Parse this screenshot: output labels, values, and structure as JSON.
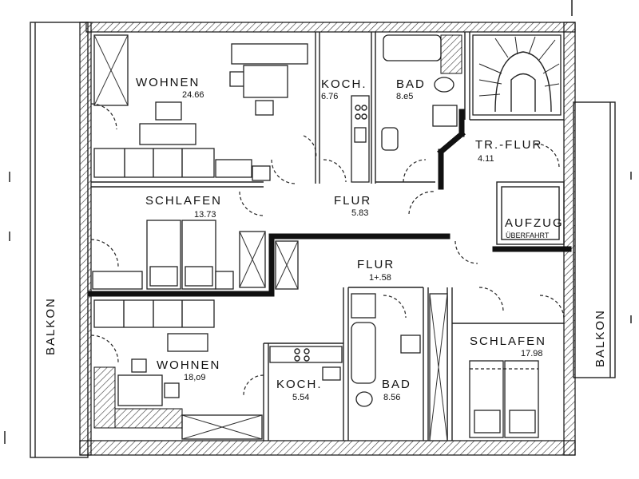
{
  "rooms": {
    "wohnen_top": {
      "label": "WOHNEN",
      "area": "24.66"
    },
    "koch_top": {
      "label": "KOCH.",
      "area": "6.76"
    },
    "bad_top": {
      "label": "BAD",
      "area": "8.e5"
    },
    "tr_flur": {
      "label": "TR.-FLUR",
      "area": "4.11"
    },
    "schlafen_left": {
      "label": "SCHLAFEN",
      "area": "13.73"
    },
    "flur_top": {
      "label": "FLUR",
      "area": "5.83"
    },
    "aufzug": {
      "label": "AUFZUG",
      "sub": "ÜBERFAHRT"
    },
    "flur_bottom": {
      "label": "FLUR",
      "area": "1+.58"
    },
    "wohnen_bottom": {
      "label": "WOHNEN",
      "area": "18,o9"
    },
    "koch_bottom": {
      "label": "KOCH.",
      "area": "5.54"
    },
    "bad_bottom": {
      "label": "BAD",
      "area": "8.56"
    },
    "schlafen_right": {
      "label": "SCHLAFEN",
      "area": "17.98"
    }
  },
  "balconies": {
    "left": "BALKON",
    "right": "BALKON"
  }
}
